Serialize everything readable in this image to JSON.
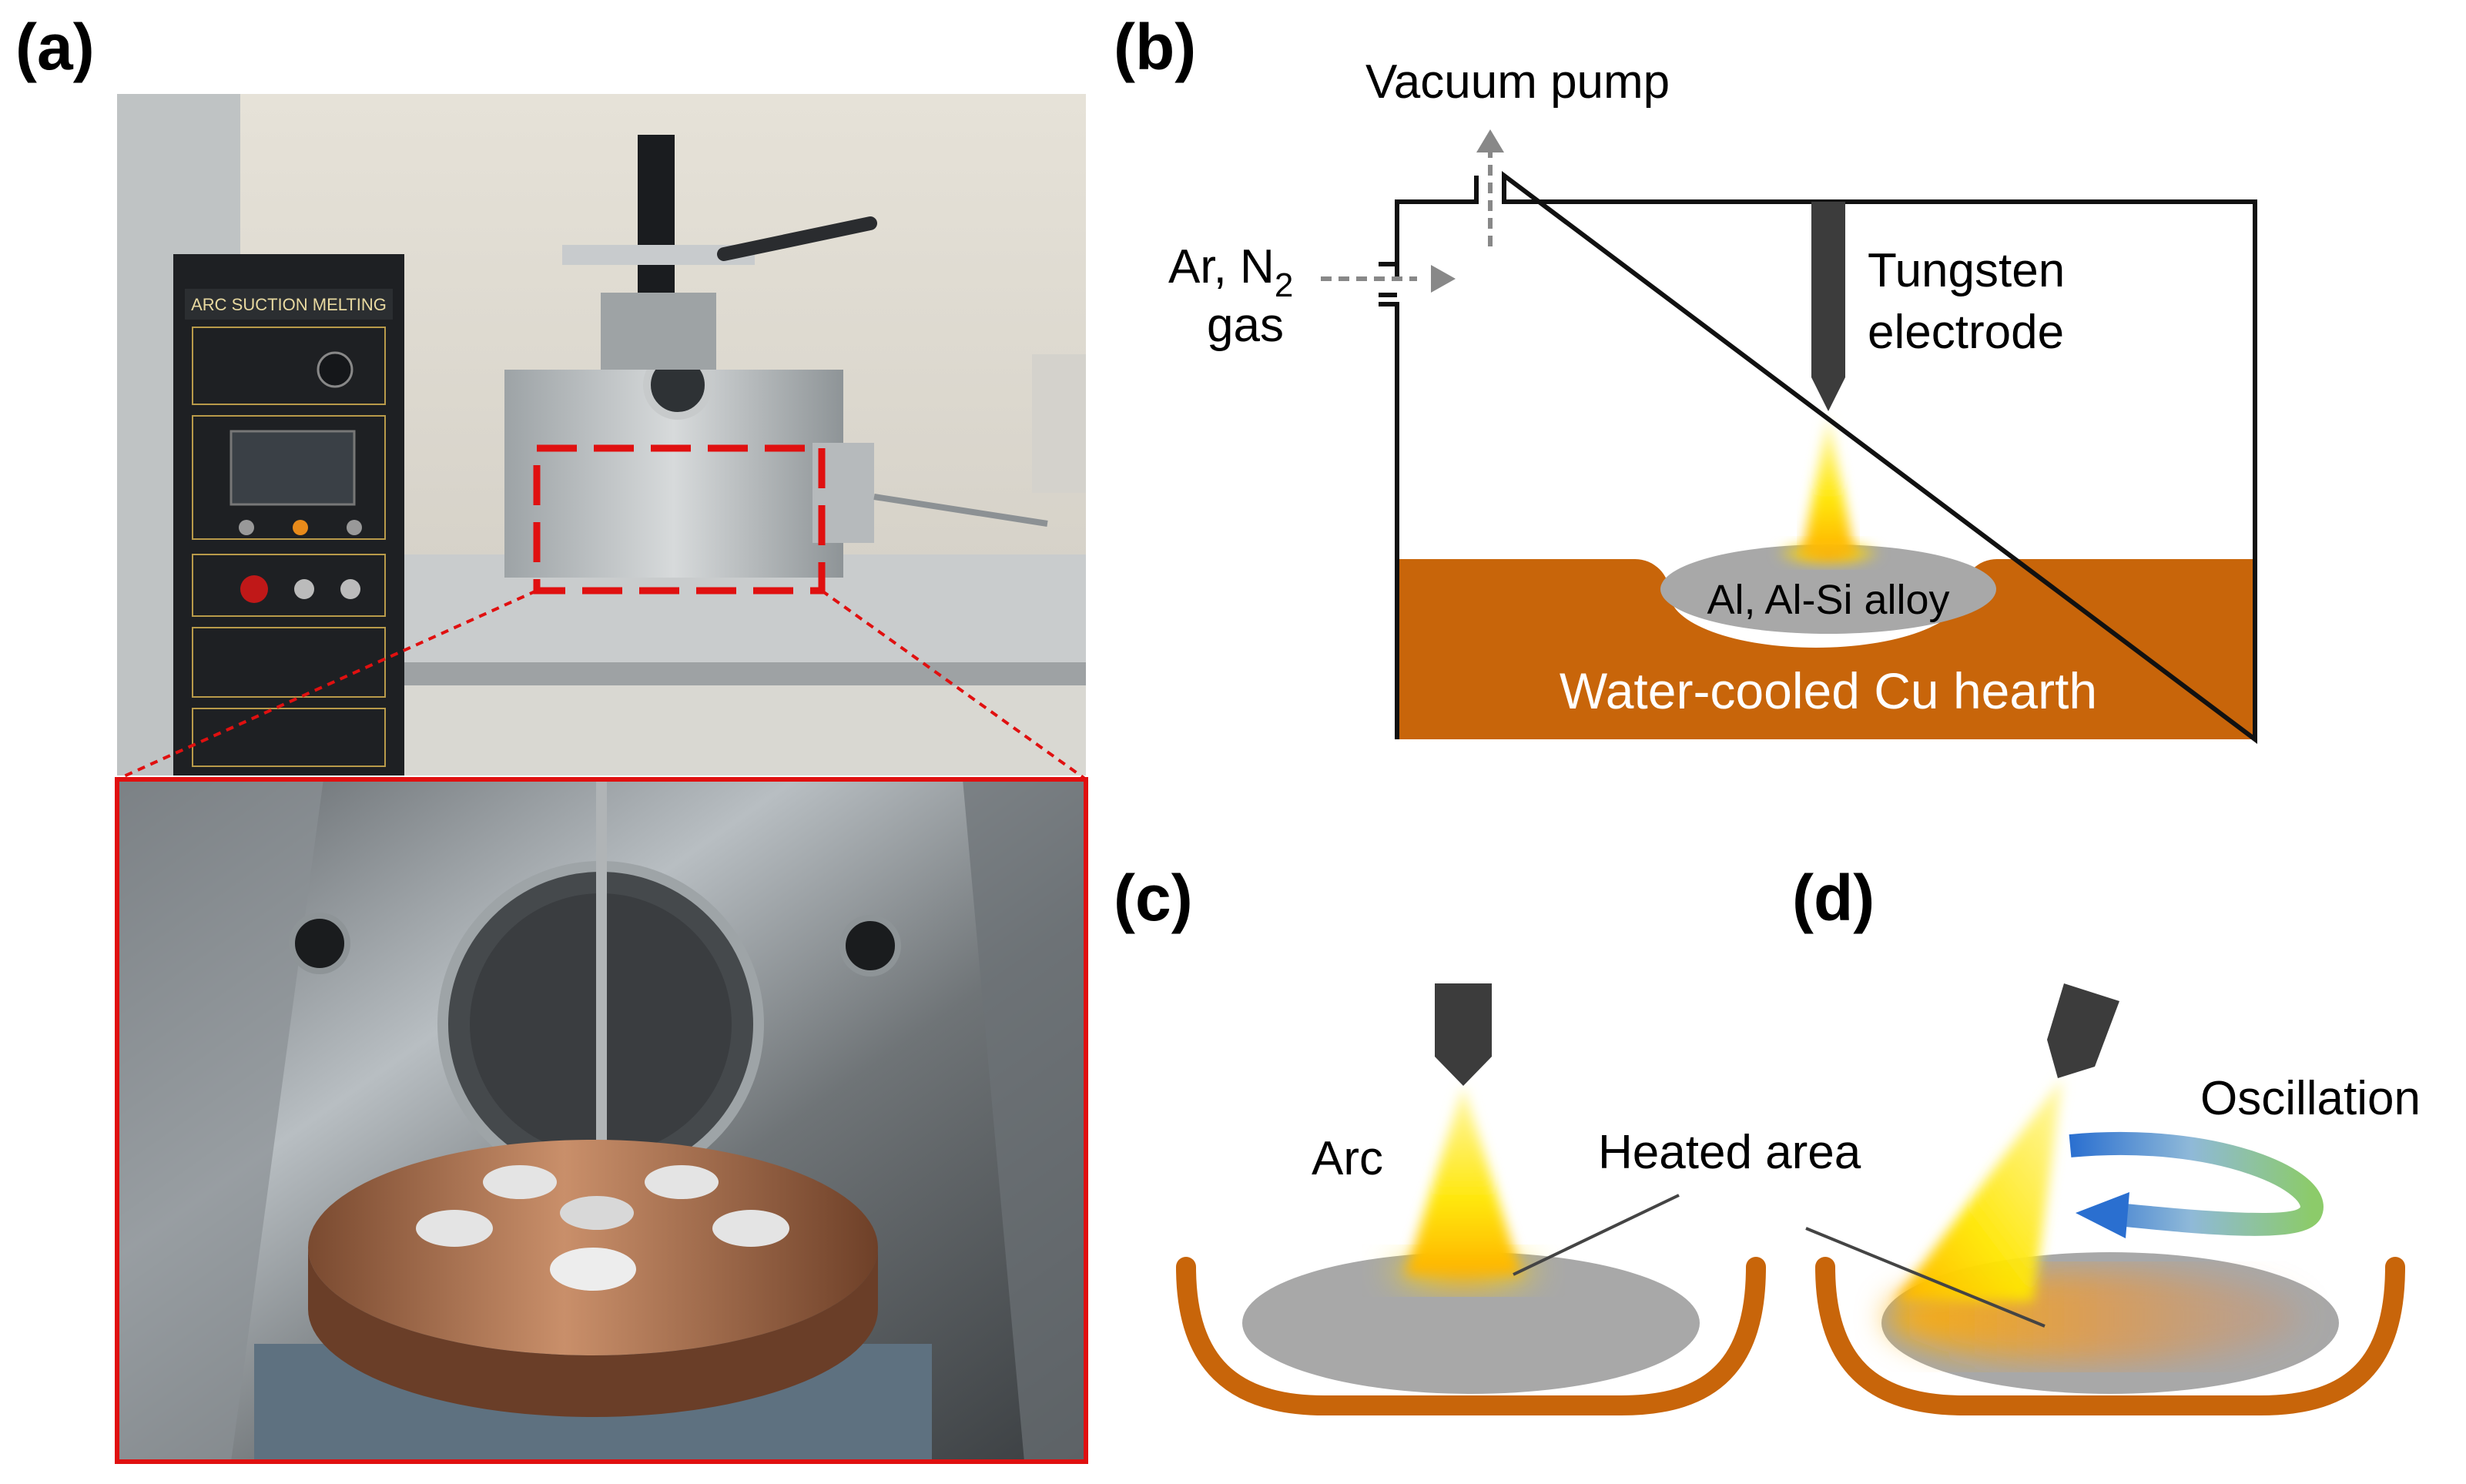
{
  "panels": {
    "a": {
      "label": "(a)",
      "machine_panel_title": "ARC SUCTION MELTING"
    },
    "b": {
      "label": "(b)",
      "vacuum_pump": "Vacuum pump",
      "gas_line1_prefix": "Ar, N",
      "gas_line1_subscript": "2",
      "gas_line2": "gas",
      "electrode_line1": "Tungsten",
      "electrode_line2": "electrode",
      "alloy": "Al, Al-Si alloy",
      "hearth": "Water-cooled Cu hearth"
    },
    "c": {
      "label": "(c)",
      "arc": "Arc",
      "heated_area": "Heated area"
    },
    "d": {
      "label": "(d)",
      "oscillation": "Oscillation"
    }
  },
  "colors": {
    "copper": "#C8650A",
    "melt_gray": "#A8A8A8",
    "electrode": "#3C3C3C",
    "arc_yellow": "#FFE600",
    "arc_core": "#FFB300",
    "highlight_red": "#E01010",
    "oscillation_blue": "#2A6FD0",
    "oscillation_green": "#8CCB6A"
  }
}
